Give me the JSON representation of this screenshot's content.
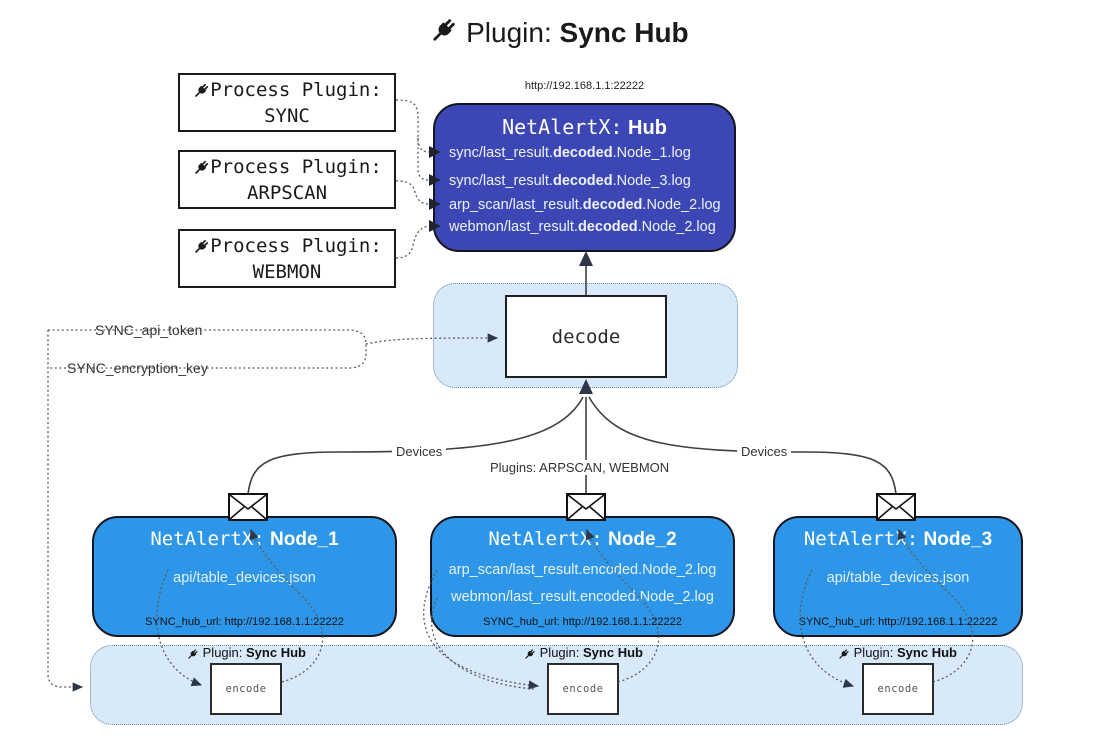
{
  "title": {
    "prefix": "Plugin:",
    "name": "Sync Hub"
  },
  "hub": {
    "url": "http://192.168.1.1:22222",
    "title_prefix": "NetAlertX:",
    "title_name": "Hub",
    "files": [
      {
        "pre": "sync/last_result.",
        "bold": "decoded",
        "post": ".Node_1.log"
      },
      {
        "pre": "sync/last_result.",
        "bold": "decoded",
        "post": ".Node_3.log"
      },
      {
        "pre": "arp_scan/last_result.",
        "bold": "decoded",
        "post": ".Node_2.log"
      },
      {
        "pre": "webmon/last_result.",
        "bold": "decoded",
        "post": ".Node_2.log"
      }
    ]
  },
  "process_plugins": [
    {
      "label": "Process Plugin:",
      "name": "SYNC"
    },
    {
      "label": "Process Plugin:",
      "name": "ARPSCAN"
    },
    {
      "label": "Process Plugin:",
      "name": "WEBMON"
    }
  ],
  "decode_label": "decode",
  "keys": {
    "api_token": "SYNC_api_token",
    "encryption_key": "SYNC_encryption_key"
  },
  "edge_labels": {
    "devices_left": "Devices",
    "plugins_middle": "Plugins: ARPSCAN, WEBMON",
    "devices_right": "Devices"
  },
  "nodes": [
    {
      "title_prefix": "NetAlertX:",
      "title_name": "Node_1",
      "files": [
        "api/table_devices.json"
      ],
      "footer": "SYNC_hub_url: http://192.168.1.1:22222"
    },
    {
      "title_prefix": "NetAlertX:",
      "title_name": "Node_2",
      "files": [
        "arp_scan/last_result.encoded.Node_2.log",
        "webmon/last_result.encoded.Node_2.log"
      ],
      "footer": "SYNC_hub_url: http://192.168.1.1:22222"
    },
    {
      "title_prefix": "NetAlertX:",
      "title_name": "Node_3",
      "files": [
        "api/table_devices.json"
      ],
      "footer": "SYNC_hub_url: http://192.168.1.1:22222"
    }
  ],
  "encode": {
    "label": "encode",
    "plugin_prefix": "Plugin:",
    "plugin_name": "Sync Hub"
  },
  "colors": {
    "hub_fill": "#3c47b5",
    "node_fill": "#2d96e8",
    "container_fill": "#d8e9f9",
    "container_border": "#6b8cae",
    "line": "#3f3f3f",
    "arrow": "#2d3748"
  }
}
